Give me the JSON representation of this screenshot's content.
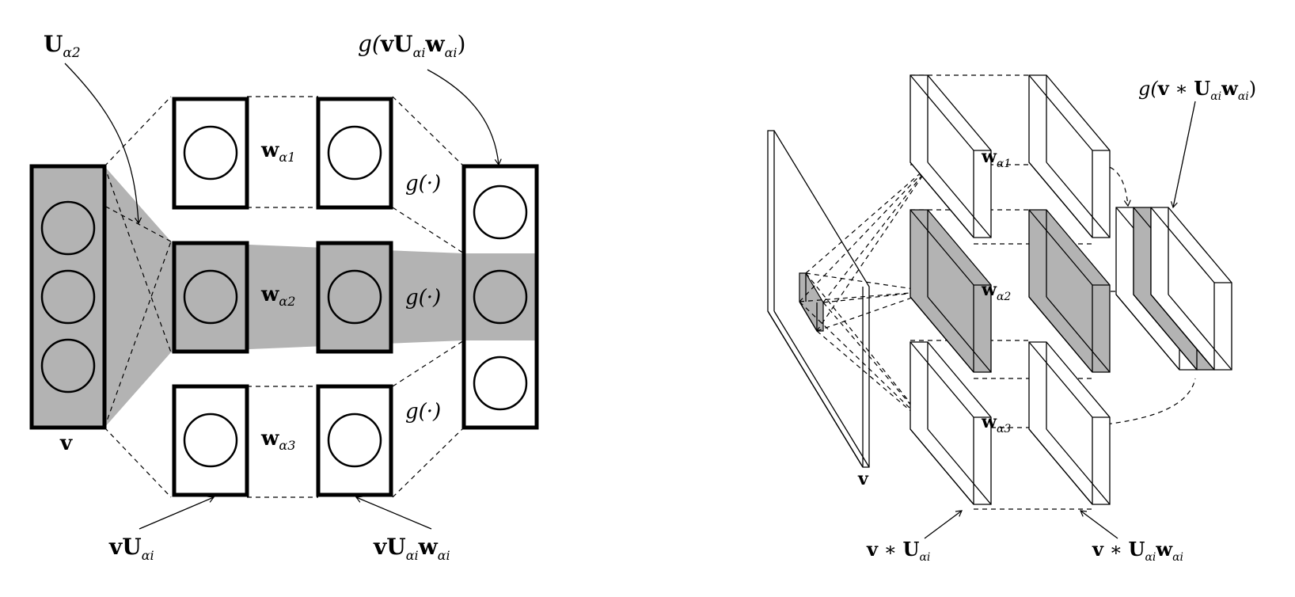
{
  "left_panel": {
    "u_alpha2": {
      "main": "U",
      "sub": "α2"
    },
    "g_out": {
      "pre": "g(",
      "v": "v",
      "U": "U",
      "sub1": "αi",
      "w": "w",
      "sub2": "αi",
      "post": ")"
    },
    "w_labels": [
      {
        "main": "w",
        "sub": "α1"
      },
      {
        "main": "w",
        "sub": "α2"
      },
      {
        "main": "w",
        "sub": "α3"
      }
    ],
    "g_dot_labels": [
      "g(·)",
      "g(·)",
      "g(·)"
    ],
    "v_label": "v",
    "vU_label": {
      "v": "v",
      "U": "U",
      "sub": "αi"
    },
    "vUw_label": {
      "v": "v",
      "U": "U",
      "sub1": "αi",
      "w": "w",
      "sub2": "αi"
    }
  },
  "right_panel": {
    "g_conv": {
      "pre": "g(",
      "v": "v",
      "op": " ∗ ",
      "U": "U",
      "sub1": "αi",
      "w": "w",
      "sub2": "αi",
      "post": ")"
    },
    "w_labels": [
      {
        "main": "w",
        "sub": "α1"
      },
      {
        "main": "w",
        "sub": "α2"
      },
      {
        "main": "w",
        "sub": "α3"
      }
    ],
    "v_label": "v",
    "vU_label": {
      "v": "v",
      "op": " ∗ ",
      "U": "U",
      "sub": "αi"
    },
    "vUw_label": {
      "v": "v",
      "op": " ∗ ",
      "U": "U",
      "sub1": "αi",
      "w": "w",
      "sub2": "αi"
    }
  },
  "colors": {
    "shade": "#b3b3b3",
    "line": "#000000",
    "background": "#ffffff"
  }
}
